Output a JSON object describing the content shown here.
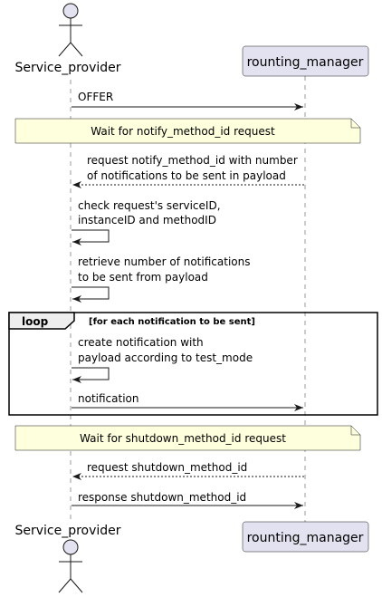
{
  "participants": {
    "provider": {
      "name": "Service_provider",
      "kind": "actor"
    },
    "manager": {
      "name": "rounting_manager",
      "kind": "participant"
    }
  },
  "messages": [
    {
      "lines": [
        "OFFER"
      ]
    },
    {
      "lines": [
        "request notify_method_id with number",
        "of notifications to be sent in payload"
      ]
    },
    {
      "lines": [
        "check request's serviceID,",
        "instanceID and methodID"
      ]
    },
    {
      "lines": [
        "retrieve number of notifications",
        "to be sent from payload"
      ]
    },
    {
      "lines": [
        "create notification with",
        "payload according to test_mode"
      ]
    },
    {
      "lines": [
        "notification"
      ]
    },
    {
      "lines": [
        "request shutdown_method_id"
      ]
    },
    {
      "lines": [
        "response shutdown_method_id"
      ]
    }
  ],
  "notes": [
    {
      "text": "Wait for notify_method_id request"
    },
    {
      "text": "Wait for shutdown_method_id request"
    }
  ],
  "loop": {
    "title": "loop",
    "condition": "[for each notification to be sent]"
  },
  "colors": {
    "actor_fill": "#E2E2F0",
    "participant_fill": "#E2E2F0",
    "note_fill": "#FEFFDD",
    "lifeline": "#999999",
    "stroke": "#181818"
  }
}
